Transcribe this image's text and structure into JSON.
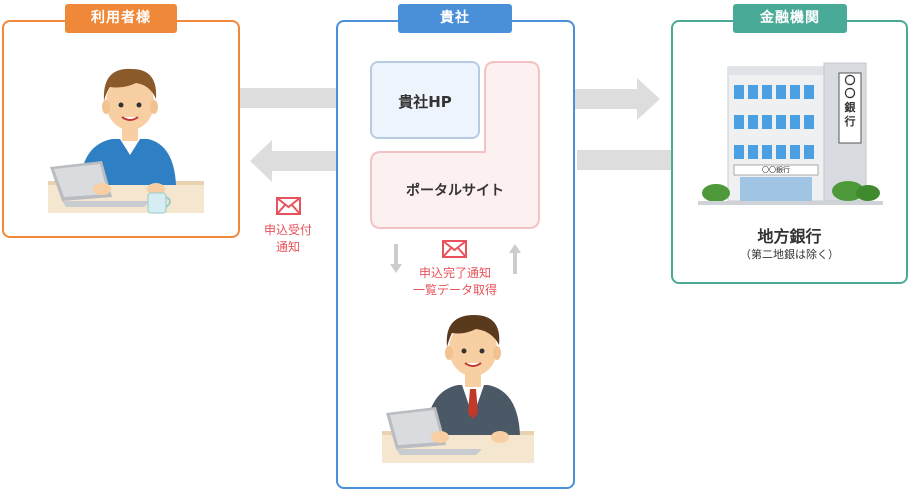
{
  "panels": {
    "user": {
      "tab_label": "利用者様",
      "color": "#f0883a"
    },
    "company": {
      "tab_label": "貴社",
      "color": "#4a90d9"
    },
    "bank": {
      "tab_label": "金融機関",
      "color": "#4aaa98"
    }
  },
  "company_boxes": {
    "hp_label": "貴社HP",
    "portal_label": "ポータルサイト"
  },
  "notices": {
    "application_received": {
      "line1": "申込受付",
      "line2": "通知"
    },
    "application_complete": {
      "line1": "申込完了通知",
      "line2": "一覧データ取得"
    }
  },
  "bank_info": {
    "name": "地方銀行",
    "note": "（第二地銀は除く）",
    "sign_vertical": [
      "〇",
      "〇",
      "銀",
      "行"
    ],
    "sign_entrance": "〇〇銀行"
  },
  "colors": {
    "notice_red": "#e8525a",
    "arrow_gray": "#dddddd",
    "hp_box_border": "#b8cbe4",
    "hp_box_fill": "#eef4fb",
    "portal_border": "#f3c2c4",
    "portal_fill": "#fdf0f0"
  }
}
